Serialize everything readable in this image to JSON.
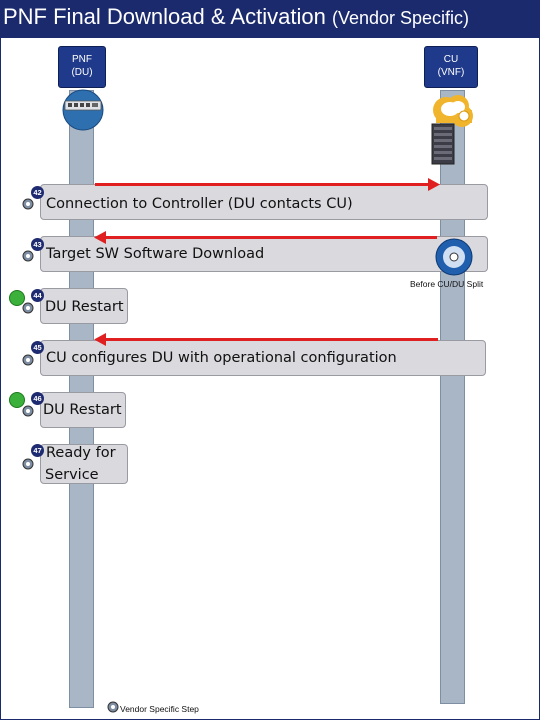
{
  "title": {
    "main": "PNF Final Download & Activation",
    "sub": "(Vendor Specific)"
  },
  "actors": {
    "pnf": {
      "line1": "PNF",
      "line2": "(DU)"
    },
    "cu": {
      "line1": "CU",
      "line2": "(VNF)"
    }
  },
  "steps": [
    {
      "num": "42",
      "text": "Connection to Controller (DU contacts CU)"
    },
    {
      "num": "43",
      "text": "Target SW Software Download"
    },
    {
      "num": "44",
      "text": "DU Restart"
    },
    {
      "num": "45",
      "text": "CU configures DU with operational configuration"
    },
    {
      "num": "46",
      "text": "DU Restart"
    },
    {
      "num": "47",
      "text_line1": "Ready for",
      "text_line2": "Service"
    }
  ],
  "note_before_split": "Before CU/DU Split",
  "legend": {
    "vendor_step": "Vendor Specific Step"
  },
  "colors": {
    "title_bg": "#1a2a6c",
    "arrow": "#e02020",
    "lifeline": "#a9b6c6",
    "step_box": "#d9d9de",
    "restart_icon": "#3bb03b"
  }
}
